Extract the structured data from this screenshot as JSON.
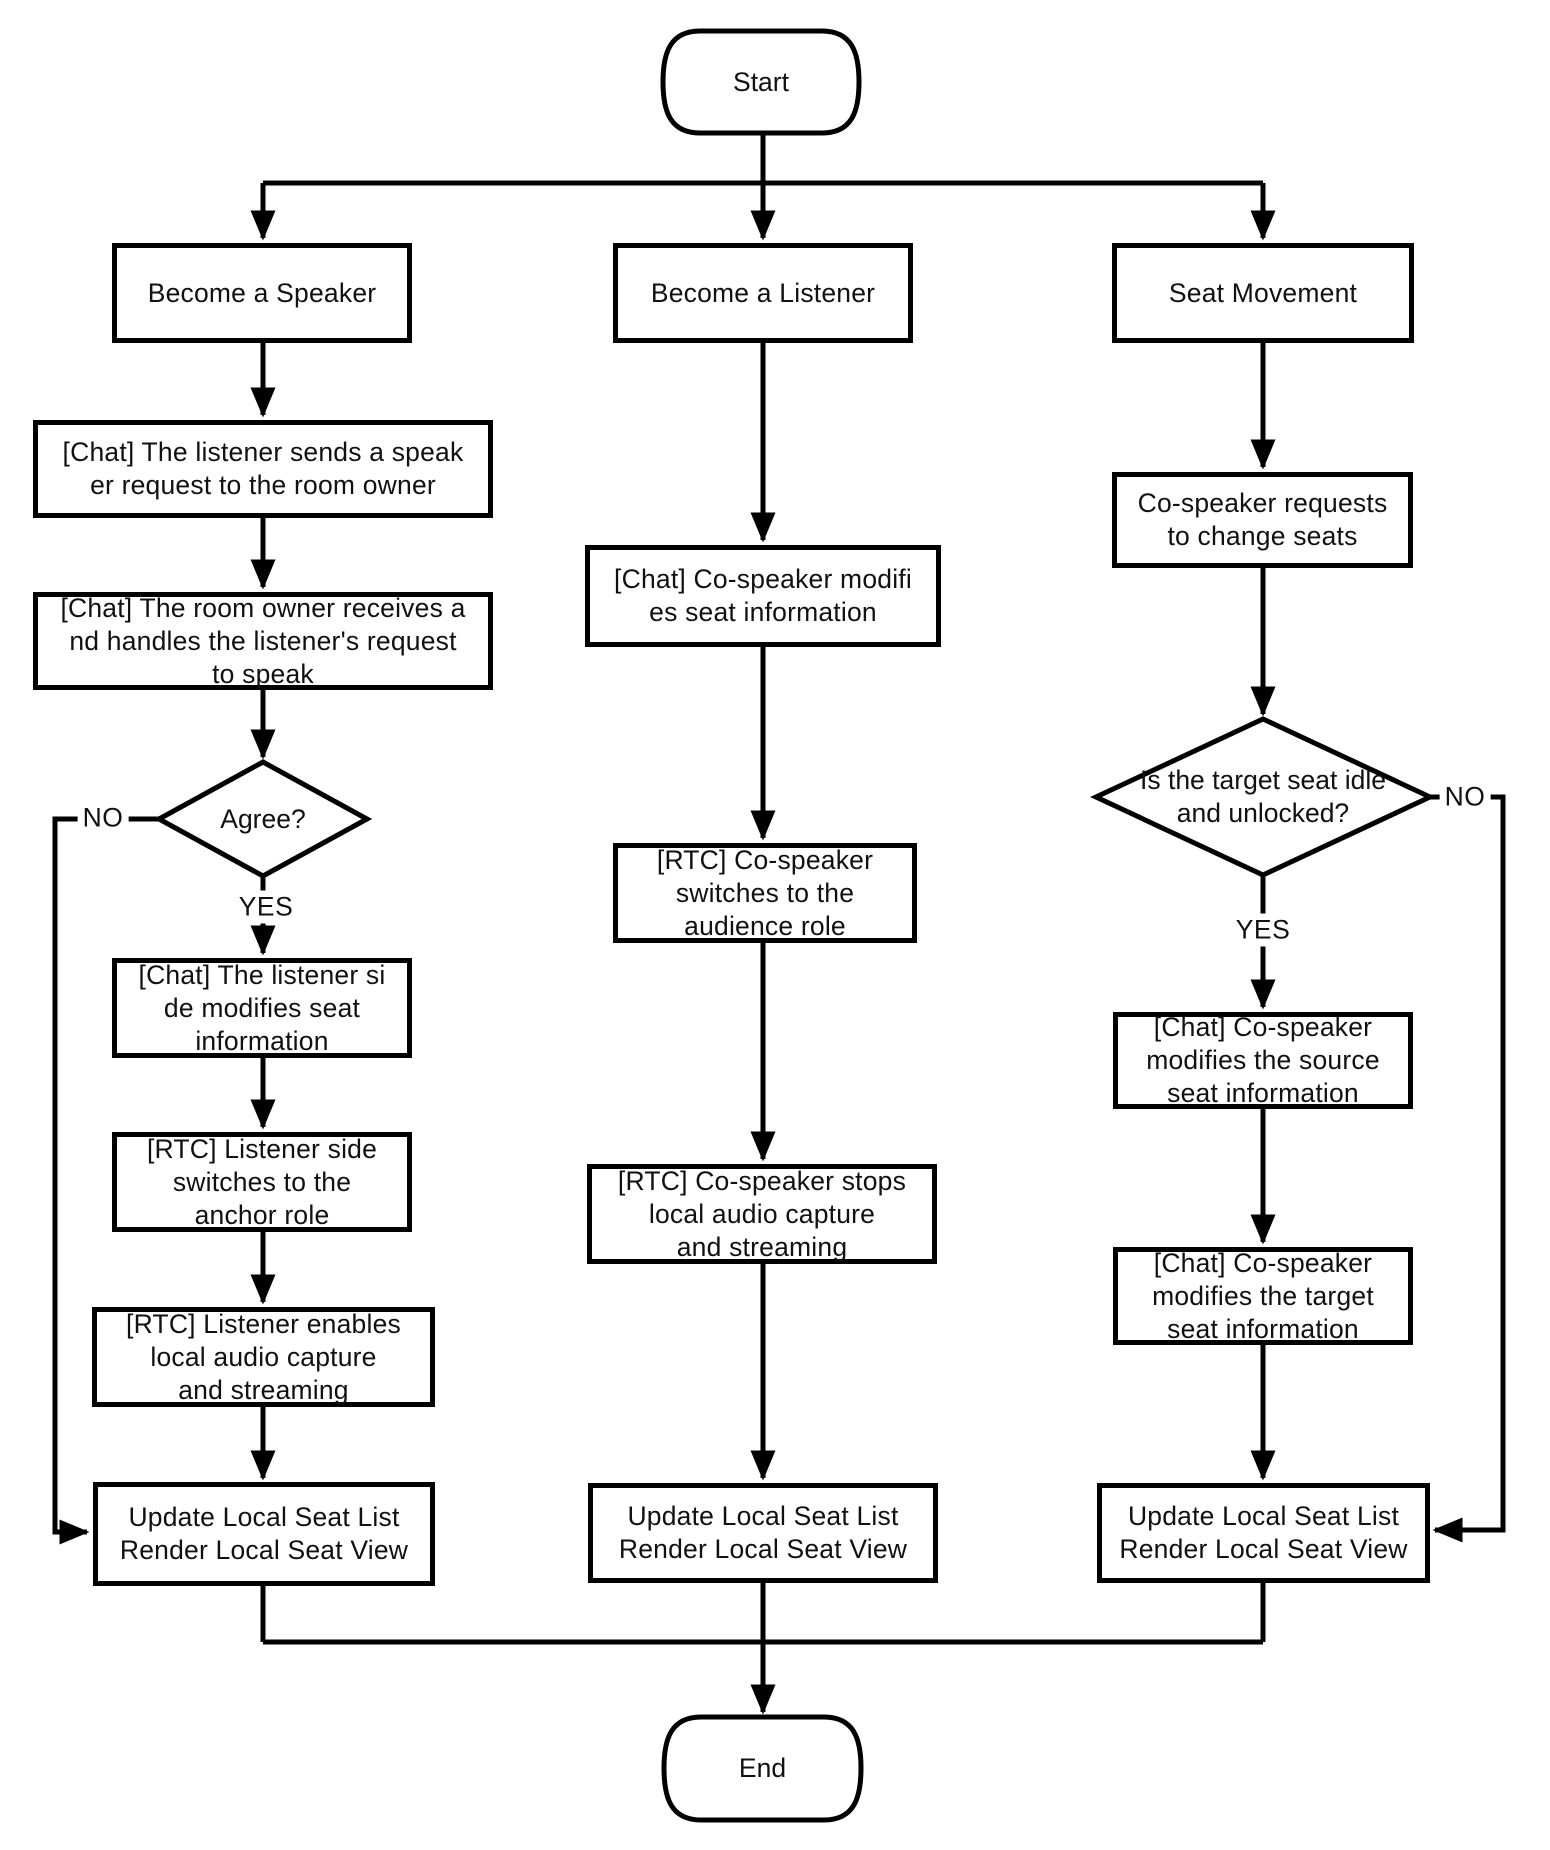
{
  "diagram": {
    "kind": "flowchart",
    "colors": {
      "stroke": "#000000",
      "background": "#ffffff",
      "text": "#111111"
    },
    "start_label": "Start",
    "end_label": "End",
    "branch_labels": {
      "yes": "YES",
      "no": "NO"
    },
    "columns": {
      "speaker": {
        "header": "Become a Speaker",
        "steps": {
          "send_request": "[Chat] The listener sends a speak\ner request to the room owner",
          "handle_request": "[Chat] The room owner receives a\nnd handles the listener's request\nto speak",
          "decision": "Agree?",
          "modify_seat": "[Chat] The listener si\nde modifies seat\ninformation",
          "switch_role": "[RTC] Listener side\nswitches to the\nanchor role",
          "enable_audio": "[RTC] Listener enables\nlocal audio capture\nand streaming",
          "update": "Update Local Seat List\nRender Local Seat View"
        }
      },
      "listener": {
        "header": "Become a Listener",
        "steps": {
          "modify_seat": "[Chat] Co-speaker modifi\nes seat information",
          "switch_role": "[RTC] Co-speaker\nswitches to the\naudience role",
          "stop_audio": "[RTC] Co-speaker stops\nlocal audio capture\nand streaming",
          "update": "Update Local Seat List\nRender Local Seat View"
        }
      },
      "seat_movement": {
        "header": "Seat Movement",
        "steps": {
          "request_change": "Co-speaker requests\nto change seats",
          "decision": "Is the target seat idle\nand unlocked?",
          "modify_source": "[Chat] Co-speaker\nmodifies the source\nseat information",
          "modify_target": "[Chat] Co-speaker\nmodifies the target\nseat information",
          "update": "Update Local Seat List\nRender Local Seat View"
        }
      }
    }
  }
}
